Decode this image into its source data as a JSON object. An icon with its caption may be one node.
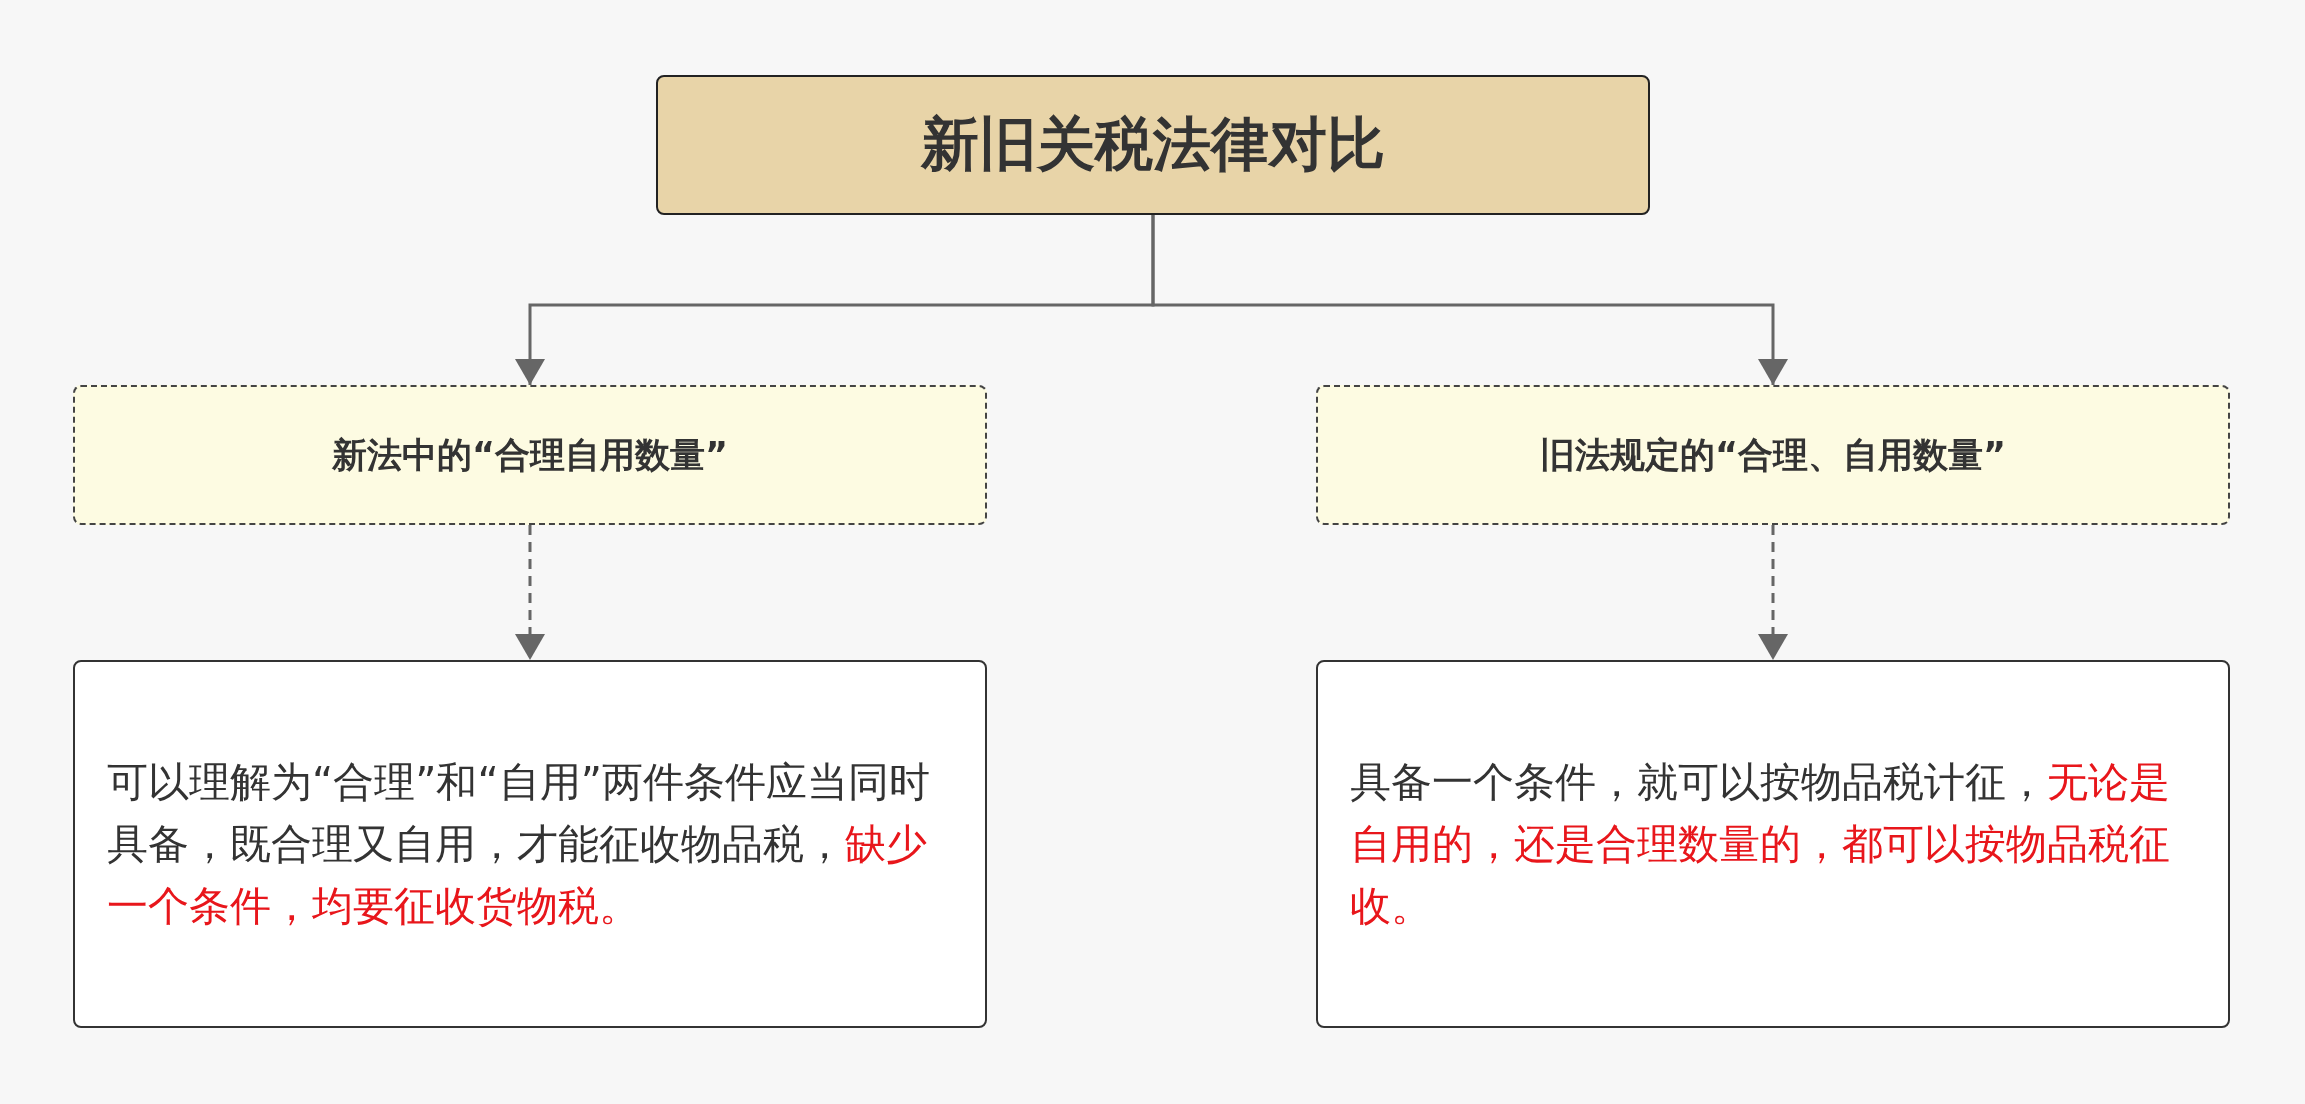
{
  "diagram": {
    "nodes": [
      {
        "text": [
          "新旧关税法律对比"
        ]
      },
      {
        "text": [
          "新法中的“合理自用数量”"
        ]
      },
      {
        "text": [
          "旧法规定的“合理、自用数量”"
        ]
      },
      {
        "text": [
          "可以理解为“合理”和“自用”两件条件应当同时具备，既合理又自用，才能征收物品税，",
          "缺少一个条件，均要征收货物税。"
        ]
      },
      {
        "text": [
          "具备一个条件，就可以按物品税计征，",
          "无论是自用的，还是合理数量的，都可以按物品税征收。"
        ]
      }
    ],
    "edges": [
      {
        "from": 0,
        "to": 1,
        "arrow": "to"
      },
      {
        "from": 0,
        "to": 2,
        "arrow": "to"
      },
      {
        "from": 1,
        "to": 3,
        "arrow": "to",
        "style": "dashed"
      },
      {
        "from": 2,
        "to": 4,
        "arrow": "to",
        "style": "dashed"
      }
    ]
  }
}
